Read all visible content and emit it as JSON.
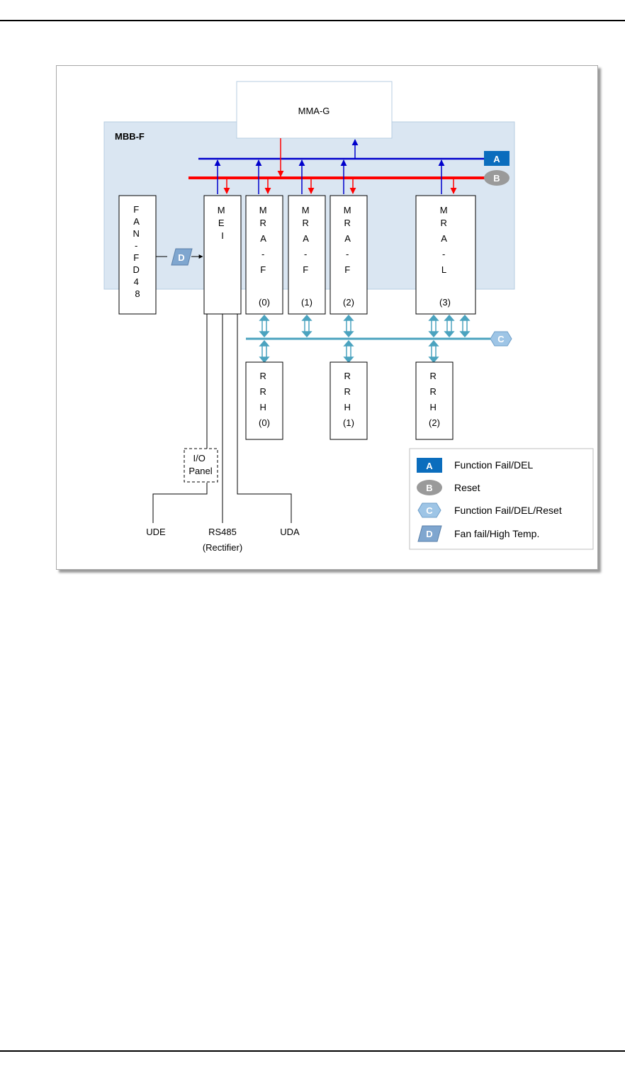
{
  "page": {
    "top_rule": "",
    "bottom_rule": ""
  },
  "diagram": {
    "mma_label": "MMA-G",
    "mbb_label": "MBB-F",
    "fan_chars": [
      "F",
      "A",
      "N",
      "-",
      "F",
      "D",
      "4",
      "8"
    ],
    "mei_chars": [
      "M",
      "E",
      "I"
    ],
    "mra_boards": [
      {
        "chars": [
          "M",
          "R",
          "A",
          "-",
          "F"
        ],
        "index": "(0)"
      },
      {
        "chars": [
          "M",
          "R",
          "A",
          "-",
          "F"
        ],
        "index": "(1)"
      },
      {
        "chars": [
          "M",
          "R",
          "A",
          "-",
          "F"
        ],
        "index": "(2)"
      },
      {
        "chars": [
          "M",
          "R",
          "A",
          "-",
          "L"
        ],
        "index": "(3)"
      }
    ],
    "rrh_units": [
      {
        "chars": [
          "R",
          "R",
          "H"
        ],
        "index": "(0)"
      },
      {
        "chars": [
          "R",
          "R",
          "H"
        ],
        "index": "(1)"
      },
      {
        "chars": [
          "R",
          "R",
          "H"
        ],
        "index": "(2)"
      }
    ],
    "io_panel": [
      "I/O",
      "Panel"
    ],
    "bottom_labels": {
      "ude": "UDE",
      "rs485": "RS485",
      "rectifier": "(Rectifier)",
      "uda": "UDA"
    },
    "markers": {
      "a": "A",
      "b": "B",
      "c": "C",
      "d": "D"
    },
    "legend": [
      {
        "marker": "A",
        "text": "Function Fail/DEL"
      },
      {
        "marker": "B",
        "text": "Reset"
      },
      {
        "marker": "C",
        "text": "Function Fail/DEL/Reset"
      },
      {
        "marker": "D",
        "text": "Fan fail/High Temp."
      }
    ],
    "colors": {
      "bus_a": "#0000cc",
      "bus_b": "#ff0000",
      "bus_c": "#4ba3bf",
      "marker_a": "#0b6dbd",
      "marker_b": "#9a9a9a",
      "marker_c": "#9ec5e6",
      "marker_d": "#7fa6cf",
      "mbb_fill": "#dae6f2"
    }
  }
}
